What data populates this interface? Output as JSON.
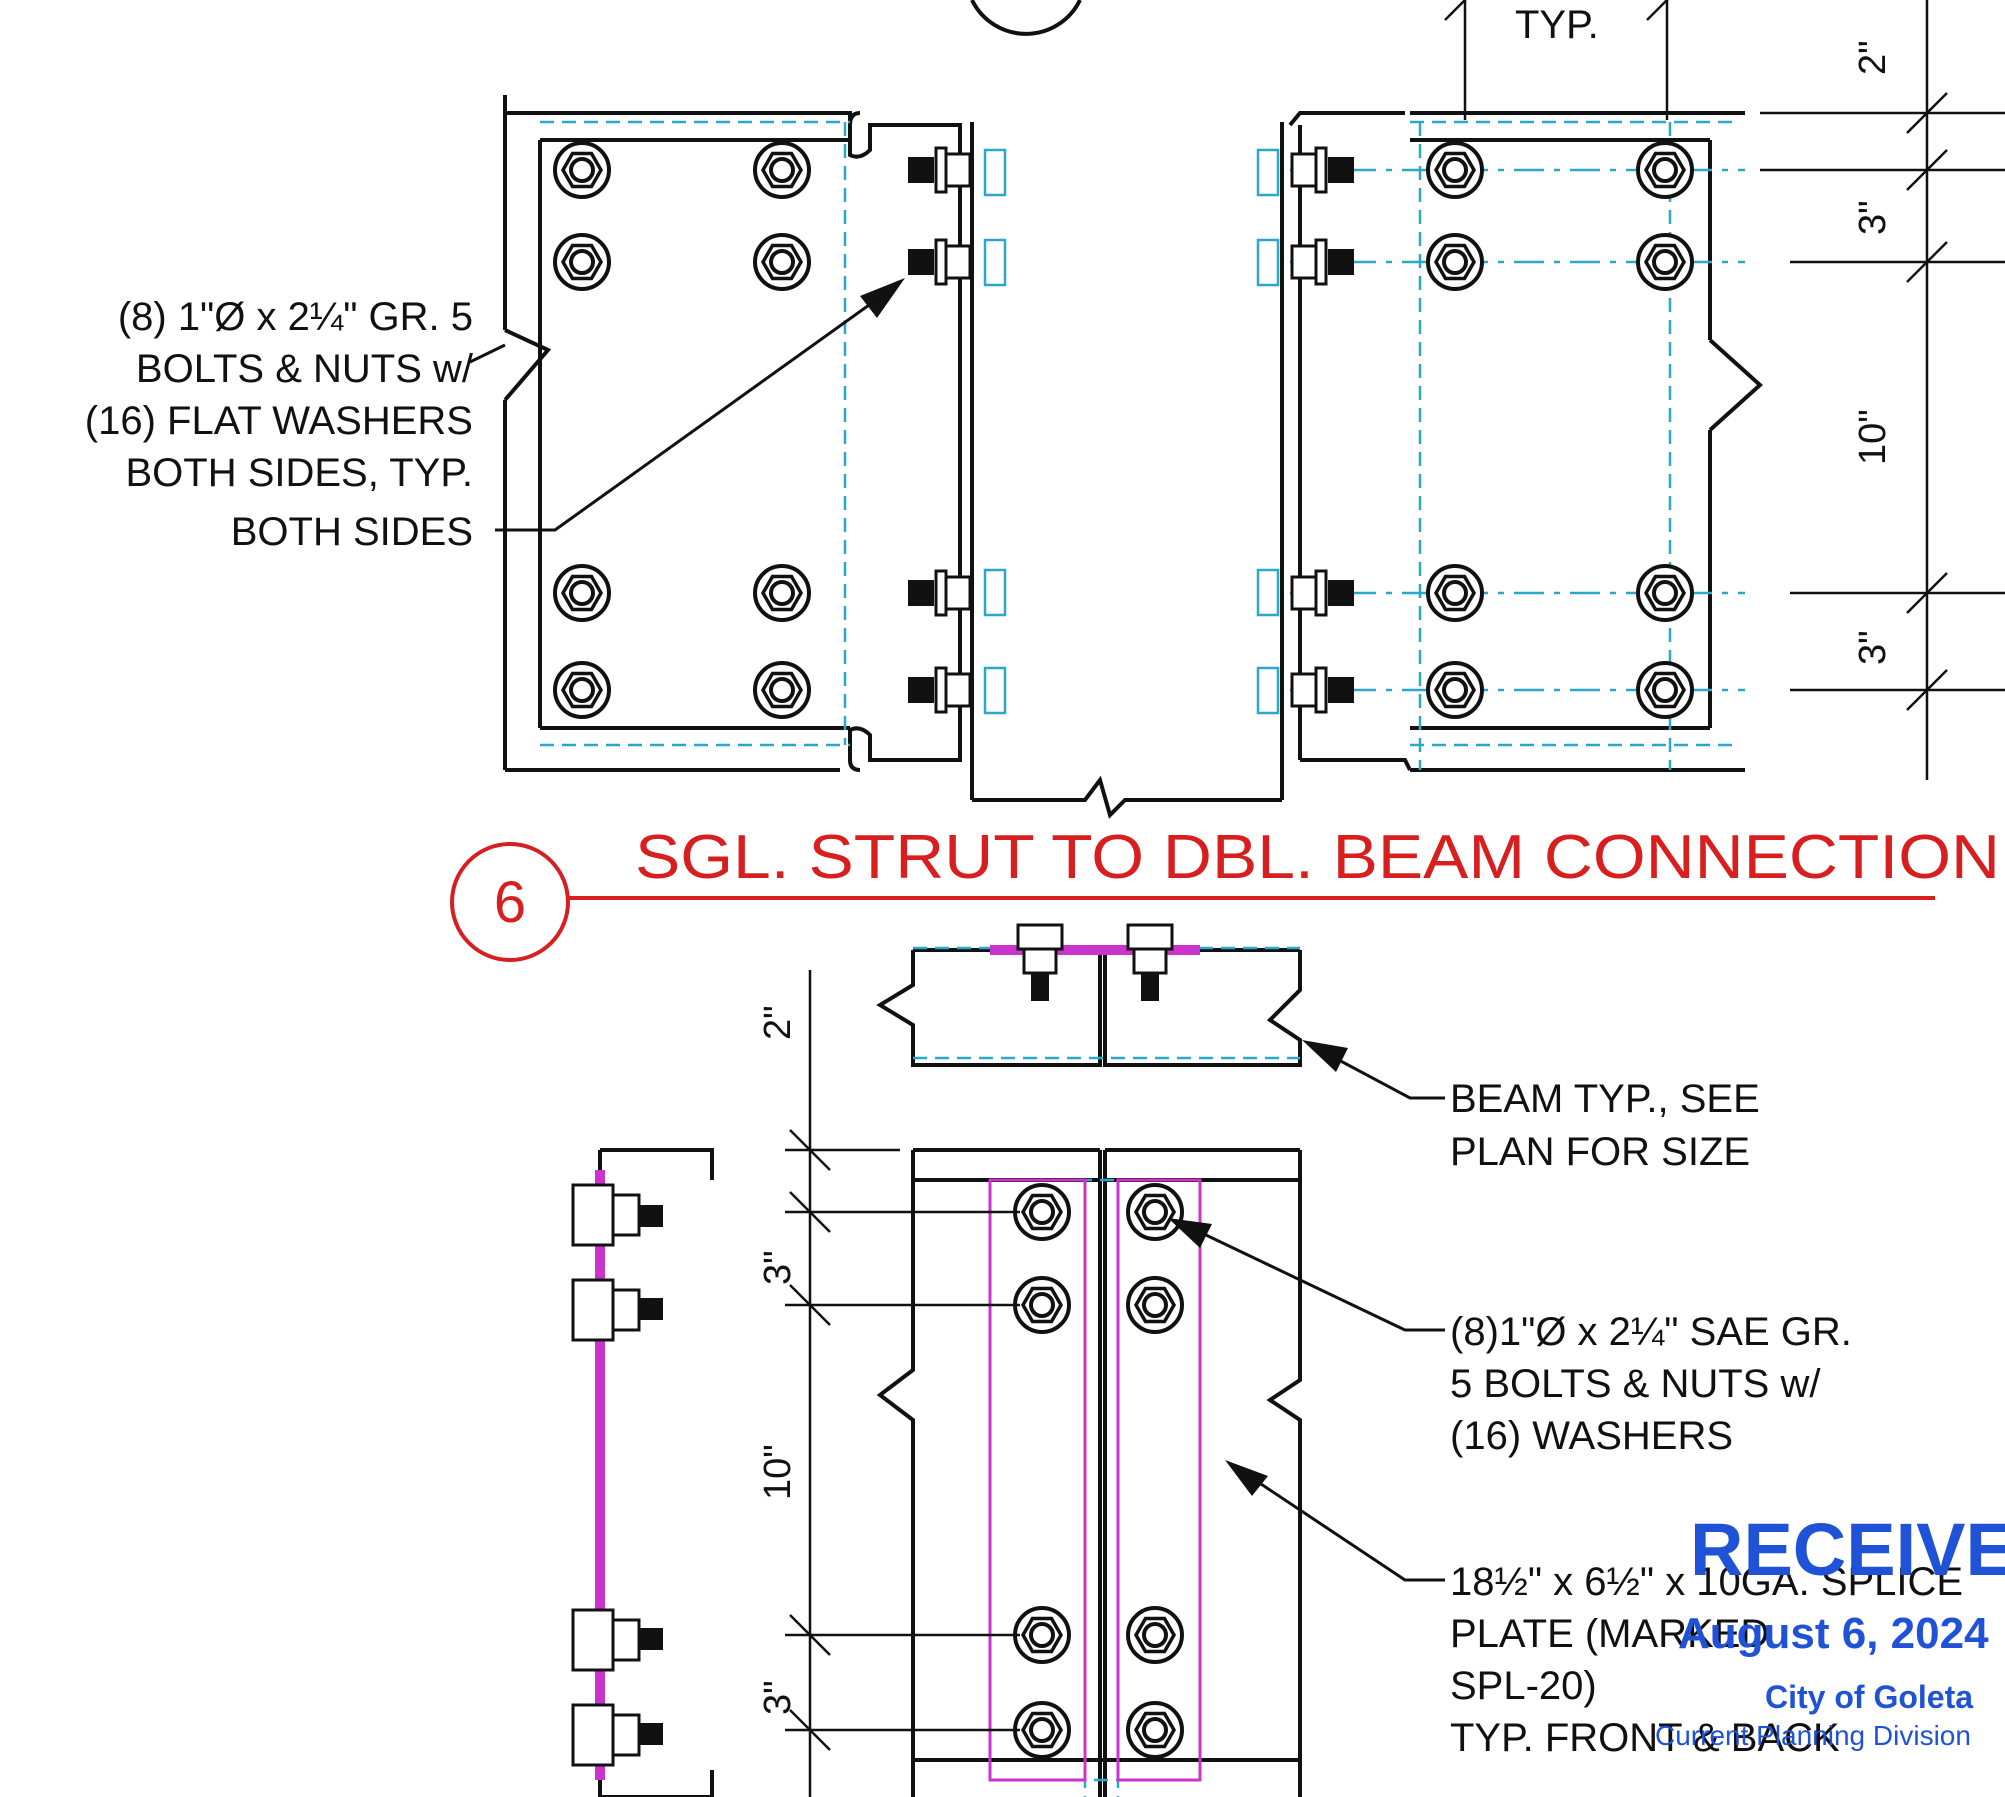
{
  "top_detail": {
    "typ_label": "TYP.",
    "dims": [
      "2\"",
      "3\"",
      "10\"",
      "3\""
    ],
    "bolt_note": [
      "(8) 1\"Ø x 2¼\" GR. 5",
      "BOLTS & NUTS w/",
      "(16) FLAT WASHERS",
      "BOTH SIDES, TYP.",
      "BOTH SIDES"
    ]
  },
  "title": {
    "number": "6",
    "text": "SGL. STRUT TO DBL. BEAM CONNECTION",
    "color": "#d71f1f"
  },
  "bottom_detail": {
    "dims": [
      "2\"",
      "3\"",
      "10\"",
      "3\""
    ],
    "beam_note": [
      "BEAM TYP., SEE",
      "PLAN FOR SIZE"
    ],
    "bolt_note": [
      "(8)1\"Ø x 2¼\" SAE GR.",
      "5 BOLTS & NUTS w/",
      "(16) WASHERS"
    ],
    "plate_note": [
      "18½\" x 6½\" x 10GA. SPLICE",
      "PLATE (MARKED",
      "SPL-20)",
      "TYP. FRONT & BACK"
    ]
  },
  "stamp": {
    "line1": "RECEIVED",
    "line2": "August 6, 2024",
    "line3": "City of Goleta",
    "line4": "Current Planning Division",
    "color": "#1f52d6"
  },
  "colors": {
    "linework": "#111111",
    "hidden": "#2aa7c9",
    "plate": "#cc33cc",
    "title": "#d71f1f"
  }
}
